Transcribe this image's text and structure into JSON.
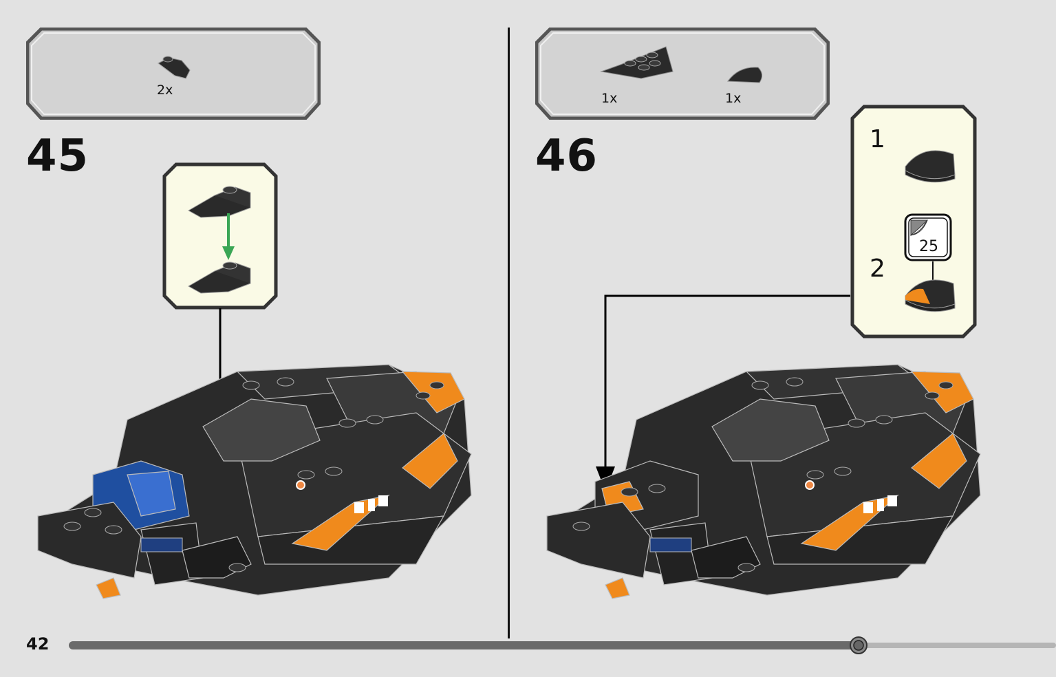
{
  "page": {
    "number": "42"
  },
  "progress": {
    "fraction": 0.8
  },
  "steps": [
    {
      "number": "45",
      "parts": [
        {
          "icon": "slope-curved-plate-icon",
          "qty": "2x"
        }
      ]
    },
    {
      "number": "46",
      "parts": [
        {
          "icon": "wedge-plate-icon",
          "qty": "1x"
        },
        {
          "icon": "round-tile-half-icon",
          "qty": "1x"
        }
      ],
      "substeps": [
        {
          "number": "1"
        },
        {
          "number": "2",
          "sticker": "25"
        }
      ]
    }
  ],
  "colors": {
    "background": "#e2e2e2",
    "panel": "#d0d0d0",
    "callout": "#fafae6",
    "arrow_green": "#3aa655",
    "brick_black": "#2a2a2a",
    "brick_orange": "#f08a1c",
    "brick_blue": "#1f4fa0"
  }
}
